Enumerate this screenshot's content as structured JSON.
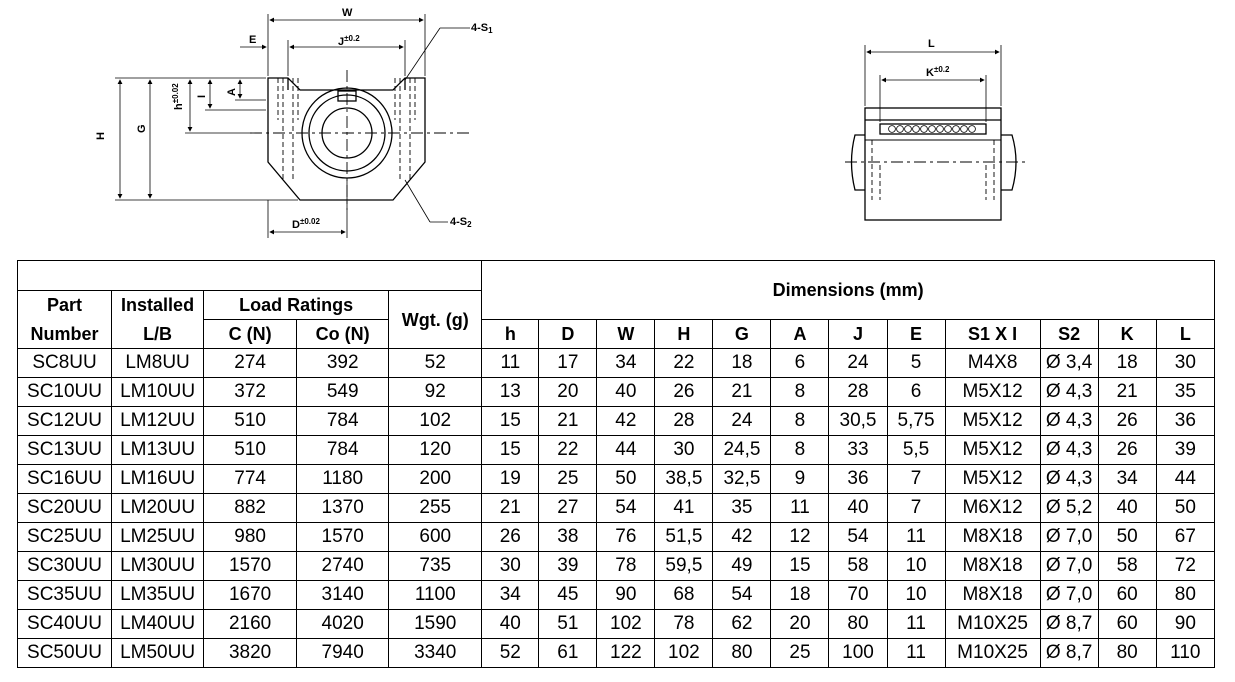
{
  "drawing_left": {
    "W": "W",
    "E": "E",
    "J": "J",
    "J_tol": "±0.2",
    "S1": "4-S",
    "S1_sub": "1",
    "S2": "4-S",
    "S2_sub": "2",
    "H": "H",
    "G": "G",
    "h": "h",
    "h_tol": "±0.02",
    "A": "A",
    "I": "I",
    "D": "D",
    "D_tol": "±0.02"
  },
  "drawing_right": {
    "L": "L",
    "K": "K",
    "K_tol": "±0.2"
  },
  "table": {
    "header": {
      "part": [
        "Part",
        "Number"
      ],
      "installed": [
        "Installed",
        "L/B"
      ],
      "load_ratings": "Load Ratings",
      "c": "C (N)",
      "co": "Co (N)",
      "wgt": "Wgt. (g)",
      "dimensions": "Dimensions (mm)",
      "dims": [
        "h",
        "D",
        "W",
        "H",
        "G",
        "A",
        "J",
        "E",
        "S1 X I",
        "S2",
        "K",
        "L"
      ]
    },
    "rows": [
      [
        "SC8UU",
        "LM8UU",
        "274",
        "392",
        "52",
        "11",
        "17",
        "34",
        "22",
        "18",
        "6",
        "24",
        "5",
        "M4X8",
        "Ø 3,4",
        "18",
        "30"
      ],
      [
        "SC10UU",
        "LM10UU",
        "372",
        "549",
        "92",
        "13",
        "20",
        "40",
        "26",
        "21",
        "8",
        "28",
        "6",
        "M5X12",
        "Ø 4,3",
        "21",
        "35"
      ],
      [
        "SC12UU",
        "LM12UU",
        "510",
        "784",
        "102",
        "15",
        "21",
        "42",
        "28",
        "24",
        "8",
        "30,5",
        "5,75",
        "M5X12",
        "Ø 4,3",
        "26",
        "36"
      ],
      [
        "SC13UU",
        "LM13UU",
        "510",
        "784",
        "120",
        "15",
        "22",
        "44",
        "30",
        "24,5",
        "8",
        "33",
        "5,5",
        "M5X12",
        "Ø 4,3",
        "26",
        "39"
      ],
      [
        "SC16UU",
        "LM16UU",
        "774",
        "1180",
        "200",
        "19",
        "25",
        "50",
        "38,5",
        "32,5",
        "9",
        "36",
        "7",
        "M5X12",
        "Ø 4,3",
        "34",
        "44"
      ],
      [
        "SC20UU",
        "LM20UU",
        "882",
        "1370",
        "255",
        "21",
        "27",
        "54",
        "41",
        "35",
        "11",
        "40",
        "7",
        "M6X12",
        "Ø 5,2",
        "40",
        "50"
      ],
      [
        "SC25UU",
        "LM25UU",
        "980",
        "1570",
        "600",
        "26",
        "38",
        "76",
        "51,5",
        "42",
        "12",
        "54",
        "11",
        "M8X18",
        "Ø 7,0",
        "50",
        "67"
      ],
      [
        "SC30UU",
        "LM30UU",
        "1570",
        "2740",
        "735",
        "30",
        "39",
        "78",
        "59,5",
        "49",
        "15",
        "58",
        "10",
        "M8X18",
        "Ø 7,0",
        "58",
        "72"
      ],
      [
        "SC35UU",
        "LM35UU",
        "1670",
        "3140",
        "1100",
        "34",
        "45",
        "90",
        "68",
        "54",
        "18",
        "70",
        "10",
        "M8X18",
        "Ø 7,0",
        "60",
        "80"
      ],
      [
        "SC40UU",
        "LM40UU",
        "2160",
        "4020",
        "1590",
        "40",
        "51",
        "102",
        "78",
        "62",
        "20",
        "80",
        "11",
        "M10X25",
        "Ø 8,7",
        "60",
        "90"
      ],
      [
        "SC50UU",
        "LM50UU",
        "3820",
        "7940",
        "3340",
        "52",
        "61",
        "122",
        "102",
        "80",
        "25",
        "100",
        "11",
        "M10X25",
        "Ø 8,7",
        "80",
        "110"
      ]
    ]
  }
}
